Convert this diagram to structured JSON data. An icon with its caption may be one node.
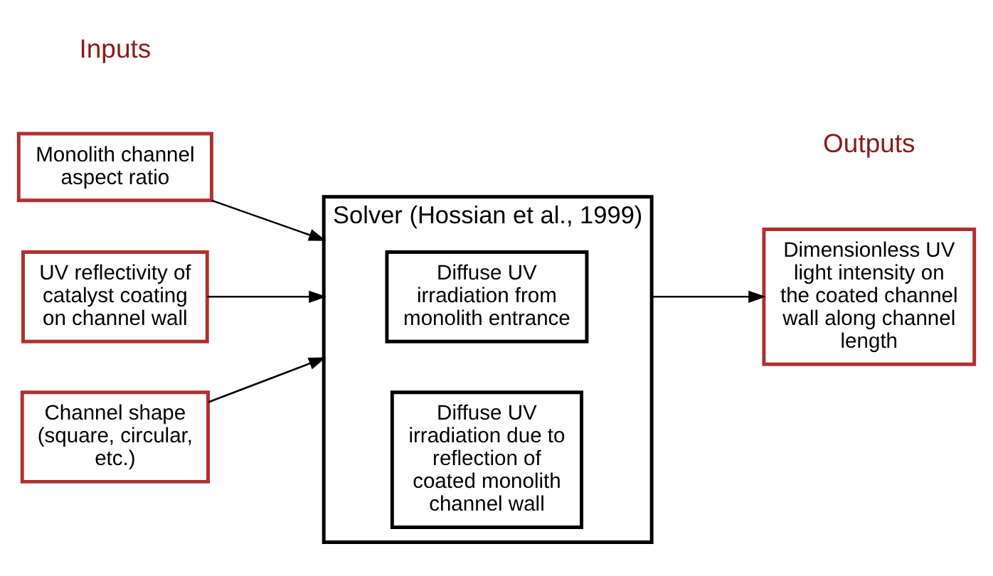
{
  "diagram": {
    "nodes": [
      {
        "text": [
          "Solver (Hossian et al., 1999)"
        ]
      },
      {
        "text": [
          "Monolith channel aspect ratio"
        ]
      },
      {
        "text": [
          "UV reflectivity of catalyst coating on channel wall"
        ]
      },
      {
        "text": [
          "Channel shape (square, circular, etc.)"
        ]
      },
      {
        "text": [
          "Diffuse UV irradiation from monolith entrance"
        ],
        "in": 0
      },
      {
        "text": [
          "Diffuse UV irradiation due to reflection of coated monolith channel wall"
        ],
        "in": 0
      },
      {
        "text": [
          "Dimensionless UV light intensity on the coated channel wall along channel length"
        ]
      }
    ],
    "edges": [
      {
        "from": 1,
        "to": 0,
        "arrow": "to"
      },
      {
        "from": 2,
        "to": 0,
        "arrow": "to"
      },
      {
        "from": 3,
        "to": 0,
        "arrow": "to"
      },
      {
        "from": 0,
        "to": 6,
        "arrow": "to"
      }
    ],
    "labels": [
      "Inputs",
      "Outputs"
    ]
  }
}
